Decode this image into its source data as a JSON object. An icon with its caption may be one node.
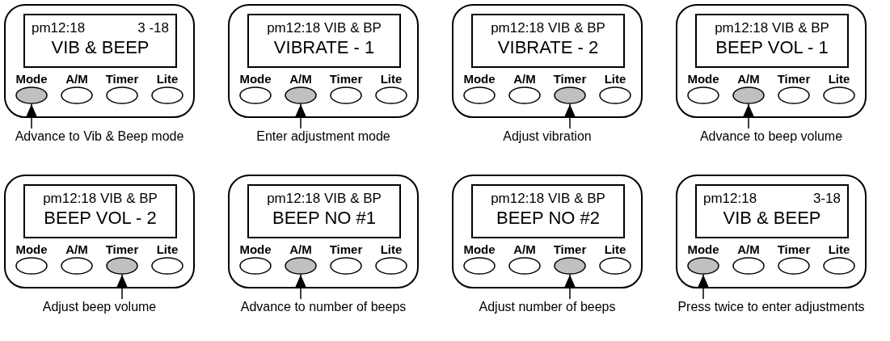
{
  "diagram": {
    "nodes": [
      {
        "text": [],
        "shape": "box"
      },
      {
        "text": [
          "pm12:18",
          "3 -18",
          "VIB & BEEP"
        ],
        "in": 0
      },
      {
        "text": [
          "Mode"
        ],
        "in": 0
      },
      {
        "text": [
          "A/M"
        ],
        "in": 0
      },
      {
        "text": [
          "Timer"
        ],
        "in": 0
      },
      {
        "text": [
          "Lite"
        ],
        "in": 0
      },
      {
        "text": [
          "Advance to Vib & Beep mode"
        ]
      },
      {
        "text": [],
        "shape": "box"
      },
      {
        "text": [
          "pm12:18 VIB & BP",
          "VIBRATE - 1"
        ],
        "in": 7
      },
      {
        "text": [
          "Mode"
        ],
        "in": 7
      },
      {
        "text": [
          "A/M"
        ],
        "in": 7
      },
      {
        "text": [
          "Timer"
        ],
        "in": 7
      },
      {
        "text": [
          "Lite"
        ],
        "in": 7
      },
      {
        "text": [
          "Enter adjustment mode"
        ]
      },
      {
        "text": [],
        "shape": "box"
      },
      {
        "text": [
          "pm12:18 VIB & BP",
          "VIBRATE - 2"
        ],
        "in": 14
      },
      {
        "text": [
          "Mode"
        ],
        "in": 14
      },
      {
        "text": [
          "A/M"
        ],
        "in": 14
      },
      {
        "text": [
          "Timer"
        ],
        "in": 14
      },
      {
        "text": [
          "Lite"
        ],
        "in": 14
      },
      {
        "text": [
          "Adjust vibration"
        ]
      },
      {
        "text": [],
        "shape": "box"
      },
      {
        "text": [
          "pm12:18 VIB & BP",
          "BEEP VOL - 1"
        ],
        "in": 21
      },
      {
        "text": [
          "Mode"
        ],
        "in": 21
      },
      {
        "text": [
          "A/M"
        ],
        "in": 21
      },
      {
        "text": [
          "Timer"
        ],
        "in": 21
      },
      {
        "text": [
          "Lite"
        ],
        "in": 21
      },
      {
        "text": [
          "Advance to beep volume"
        ]
      },
      {
        "text": [],
        "shape": "box"
      },
      {
        "text": [
          "pm12:18 VIB & BP",
          "BEEP VOL - 2"
        ],
        "in": 28
      },
      {
        "text": [
          "Mode"
        ],
        "in": 28
      },
      {
        "text": [
          "A/M"
        ],
        "in": 28
      },
      {
        "text": [
          "Timer"
        ],
        "in": 28
      },
      {
        "text": [
          "Lite"
        ],
        "in": 28
      },
      {
        "text": [
          "Adjust beep volume"
        ]
      },
      {
        "text": [],
        "shape": "box"
      },
      {
        "text": [
          "pm12:18 VIB & BP",
          "BEEP NO #1"
        ],
        "in": 35
      },
      {
        "text": [
          "Mode"
        ],
        "in": 35
      },
      {
        "text": [
          "A/M"
        ],
        "in": 35
      },
      {
        "text": [
          "Timer"
        ],
        "in": 35
      },
      {
        "text": [
          "Lite"
        ],
        "in": 35
      },
      {
        "text": [
          "Advance to number of beeps"
        ]
      },
      {
        "text": [],
        "shape": "box"
      },
      {
        "text": [
          "pm12:18 VIB & BP",
          "BEEP NO #2"
        ],
        "in": 42
      },
      {
        "text": [
          "Mode"
        ],
        "in": 42
      },
      {
        "text": [
          "A/M"
        ],
        "in": 42
      },
      {
        "text": [
          "Timer"
        ],
        "in": 42
      },
      {
        "text": [
          "Lite"
        ],
        "in": 42
      },
      {
        "text": [
          "Adjust number of beeps"
        ]
      },
      {
        "text": [],
        "shape": "box"
      },
      {
        "text": [
          "pm12:18",
          "3-18",
          "VIB & BEEP"
        ],
        "in": 49
      },
      {
        "text": [
          "Mode"
        ],
        "in": 49
      },
      {
        "text": [
          "A/M"
        ],
        "in": 49
      },
      {
        "text": [
          "Timer"
        ],
        "in": 49
      },
      {
        "text": [
          "Lite"
        ],
        "in": 49
      },
      {
        "text": [
          "Press twice to enter adjustments"
        ]
      }
    ],
    "edges": [
      {
        "from": 6,
        "to": 2,
        "arrow": "to"
      },
      {
        "from": 13,
        "to": 10,
        "arrow": "to"
      },
      {
        "from": 20,
        "to": 18,
        "arrow": "to"
      },
      {
        "from": 27,
        "to": 24,
        "arrow": "to"
      },
      {
        "from": 34,
        "to": 32,
        "arrow": "to"
      },
      {
        "from": 41,
        "to": 38,
        "arrow": "to"
      },
      {
        "from": 48,
        "to": 46,
        "arrow": "to"
      },
      {
        "from": 55,
        "to": 51,
        "arrow": "to"
      }
    ]
  }
}
